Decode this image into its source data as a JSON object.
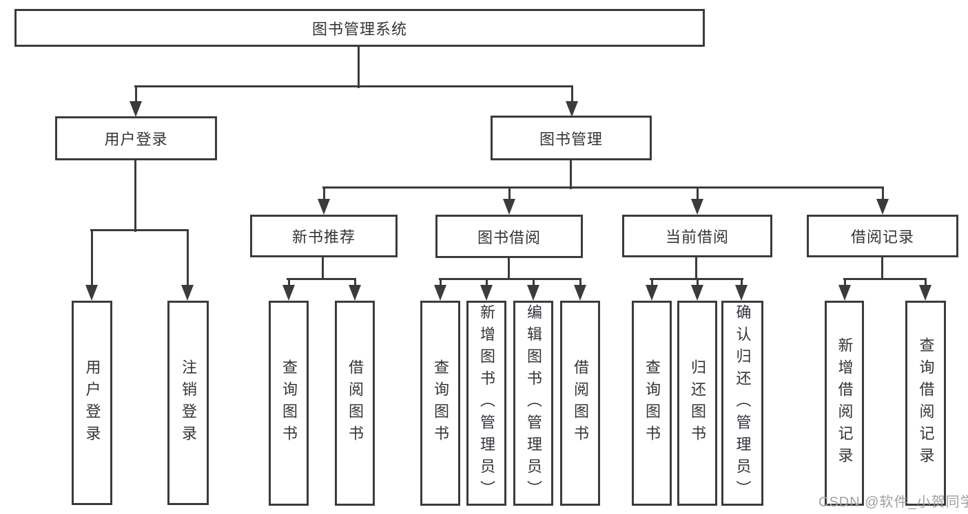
{
  "diagram": {
    "type": "hierarchy-diagram",
    "watermark": "CSDN @软件_小贺同学",
    "colors": {
      "line": "#3b3b3f",
      "box_border": "#3b3b3f",
      "box_fill": "#ffffff",
      "text": "#33343a",
      "watermark": "#a0a0a0",
      "background": "#ffffff"
    },
    "tree": {
      "label": "图书管理系统",
      "children": [
        {
          "label": "用户登录",
          "children": [
            {
              "label": "用户登录"
            },
            {
              "label": "注销登录"
            }
          ]
        },
        {
          "label": "图书管理",
          "children": [
            {
              "label": "新书推荐",
              "children": [
                {
                  "label": "查询图书"
                },
                {
                  "label": "借阅图书"
                }
              ]
            },
            {
              "label": "图书借阅",
              "children": [
                {
                  "label": "查询图书"
                },
                {
                  "label": "新增图书（管理员）"
                },
                {
                  "label": "编辑图书（管理员）"
                },
                {
                  "label": "借阅图书"
                }
              ]
            },
            {
              "label": "当前借阅",
              "children": [
                {
                  "label": "查询图书"
                },
                {
                  "label": "归还图书"
                },
                {
                  "label": "确认归还（管理员）"
                }
              ]
            },
            {
              "label": "借阅记录",
              "children": [
                {
                  "label": "新增借阅记录"
                },
                {
                  "label": "查询借阅记录"
                }
              ]
            }
          ]
        }
      ]
    }
  }
}
